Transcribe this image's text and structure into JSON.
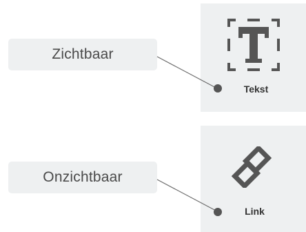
{
  "callouts": [
    {
      "label": "Zichtbaar"
    },
    {
      "label": "Onzichtbaar"
    }
  ],
  "widgets": [
    {
      "label": "Tekst",
      "icon": "text-icon"
    },
    {
      "label": "Link",
      "icon": "link-icon"
    }
  ],
  "colors": {
    "panel_background": "#eef0f1",
    "icon": "#555555",
    "connector": "#6b6b6b",
    "dot": "#555555",
    "pill_text": "#4a4a4a"
  }
}
